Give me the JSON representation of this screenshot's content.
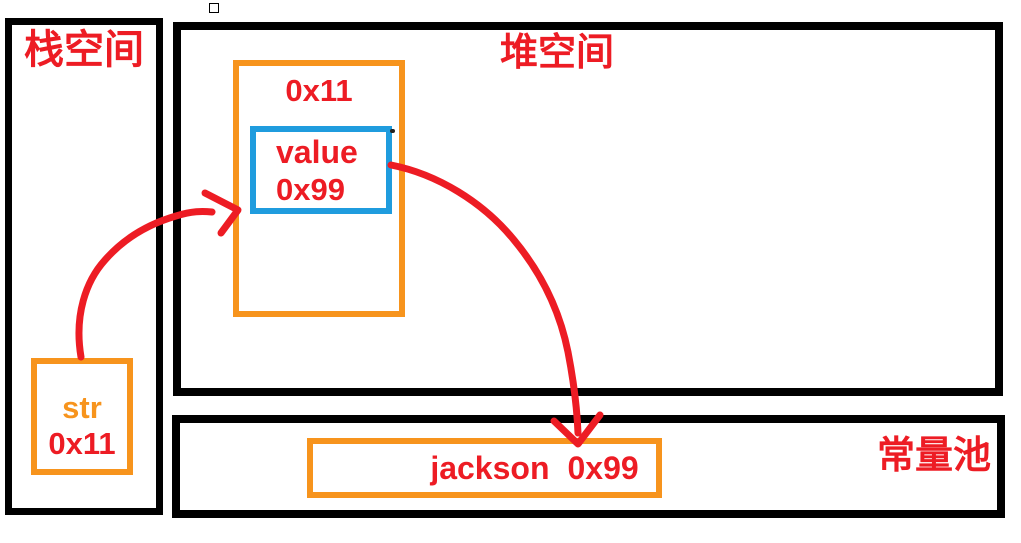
{
  "diagram": {
    "stray_glyph": "",
    "stack": {
      "title": "栈空间",
      "variable": {
        "name": "str",
        "address": "0x11"
      }
    },
    "heap": {
      "title": "堆空间",
      "object": {
        "address": "0x11",
        "field": {
          "name": "value",
          "value": "0x99"
        }
      }
    },
    "constant_pool": {
      "title": "常量池",
      "entry": {
        "text": "jackson",
        "address": "0x99"
      }
    },
    "arrows": [
      {
        "from": "stack variable str (0x11)",
        "to": "heap object 0x11"
      },
      {
        "from": "heap field value (0x99)",
        "to": "constant pool entry jackson 0x99"
      }
    ],
    "colors": {
      "red": "#ED1C24",
      "orange": "#F7941D",
      "blue": "#1F9CDE",
      "black": "#000000"
    }
  }
}
